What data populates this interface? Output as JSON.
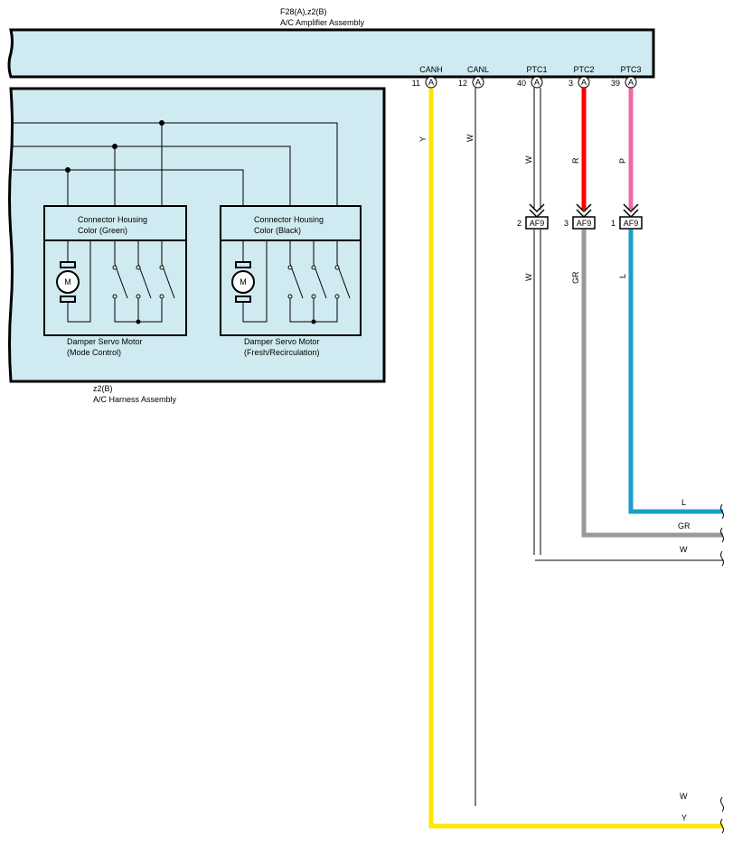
{
  "amplifier": {
    "code": "F28(A),z2(B)",
    "name": "A/C Amplifier Assembly"
  },
  "harness": {
    "code": "z2(B)",
    "name": "A/C Harness Assembly"
  },
  "pins": [
    {
      "name": "CANH",
      "num": "11",
      "conn": "A",
      "wire": "Y"
    },
    {
      "name": "CANL",
      "num": "12",
      "conn": "A",
      "wire": "W"
    },
    {
      "name": "PTC1",
      "num": "40",
      "conn": "A",
      "wire": "W"
    },
    {
      "name": "PTC2",
      "num": "3",
      "conn": "A",
      "wire": "R"
    },
    {
      "name": "PTC3",
      "num": "39",
      "conn": "A",
      "wire": "P"
    }
  ],
  "af9": [
    {
      "pin": "2",
      "label": "AF9",
      "wire_below": "W"
    },
    {
      "pin": "3",
      "label": "AF9",
      "wire_below": "GR"
    },
    {
      "pin": "1",
      "label": "AF9",
      "wire_below": "L"
    }
  ],
  "motors": [
    {
      "housing_line1": "Connector Housing",
      "housing_line2": "Color (Green)",
      "motor_symbol": "M",
      "name_line1": "Damper Servo Motor",
      "name_line2": "(Mode Control)"
    },
    {
      "housing_line1": "Connector Housing",
      "housing_line2": "Color (Black)",
      "motor_symbol": "M",
      "name_line1": "Damper Servo Motor",
      "name_line2": "(Fresh/Recirculation)"
    }
  ],
  "right_exits": [
    "L",
    "GR",
    "W",
    "W",
    "Y"
  ],
  "colors": {
    "panel_fill": "#cfeaf0",
    "Y": "#ffe400",
    "R": "#ff0000",
    "P": "#ee6aa7",
    "GR": "#999999",
    "L": "#1aa0c8",
    "W": "#000000"
  }
}
